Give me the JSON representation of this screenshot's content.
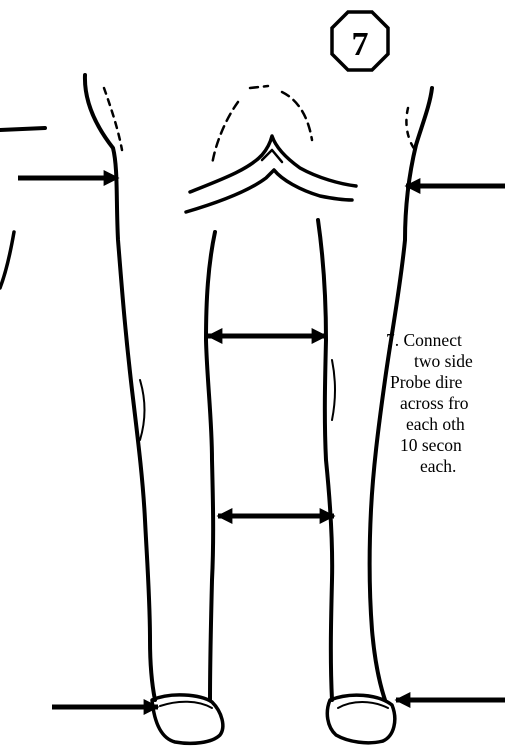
{
  "diagram": {
    "step_badge": "7",
    "instruction_lines": [
      "7. Connect",
      "two side",
      "Probe dire",
      "across fro",
      "each oth",
      "10 secon",
      "each."
    ],
    "colors": {
      "ink": "#000000",
      "background": "#ffffff"
    },
    "icons": {
      "badge": "octagon-icon",
      "single_arrow": "arrow-icon",
      "double_arrow": "double-arrow-icon"
    }
  }
}
